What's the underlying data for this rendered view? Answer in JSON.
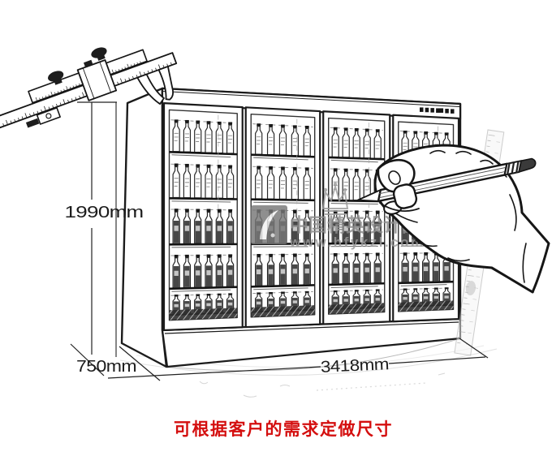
{
  "dimension_labels": {
    "height": "1990mm",
    "depth": "750mm",
    "width": "3418mm"
  },
  "caption": {
    "text": "可根据客户的需求定做尺寸",
    "color": "#d40f0f"
  },
  "watermark": {
    "brand": "中国精英设计团队",
    "url": "www.hfykzl.com",
    "color": "#8f8f8f",
    "icons": [
      "crown-icon",
      "paint-swoosh-logo-icon"
    ]
  },
  "cabinet": {
    "doors": 4,
    "shelf_rows": [
      {
        "style": "light"
      },
      {
        "style": "light"
      },
      {
        "style": "dark"
      },
      {
        "style": "dark"
      },
      {
        "style": "dark"
      }
    ],
    "control_buttons": 6
  },
  "sketch_icons": {
    "left": "vernier-caliper-icon",
    "right": "hand-holding-pencil-icon",
    "behind_hand": "ruler-icon"
  },
  "colors": {
    "ink": "#1b1b1b",
    "accent_red": "#d40f0f",
    "watermark_gray": "#8f8f8f",
    "background": "#ffffff"
  }
}
